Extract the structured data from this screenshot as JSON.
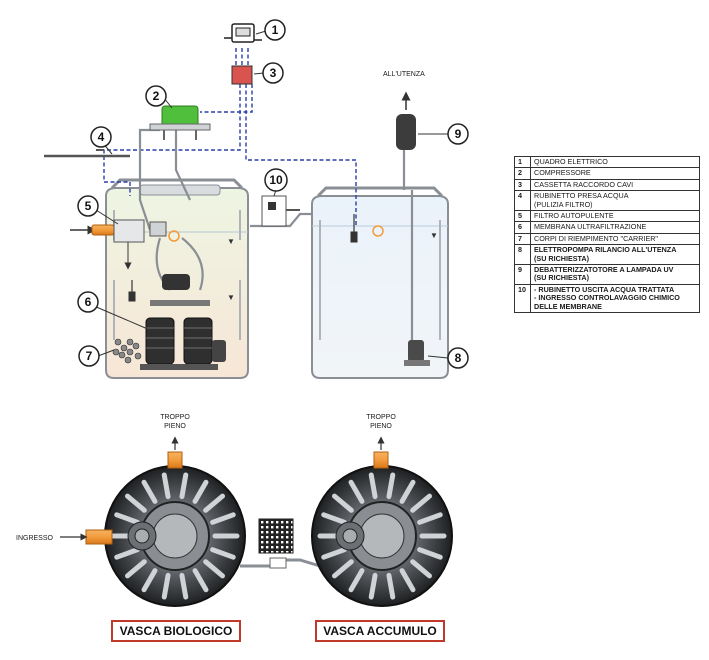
{
  "callouts": [
    "1",
    "2",
    "3",
    "4",
    "5",
    "6",
    "7",
    "8",
    "9",
    "10"
  ],
  "labels": {
    "allutenza": "ALL'UTENZA",
    "troppo_pieno_left_1": "TROPPO",
    "troppo_pieno_left_2": "PIENO",
    "troppo_pieno_right_1": "TROPPO",
    "troppo_pieno_right_2": "PIENO",
    "ingresso": "INGRESSO",
    "vasca_biologico": "VASCA BIOLOGICO",
    "vasca_accumulo": "VASCA ACCUMULO"
  },
  "legend": [
    {
      "num": "1",
      "text": "QUADRO ELETTRICO"
    },
    {
      "num": "2",
      "text": "COMPRESSORE"
    },
    {
      "num": "3",
      "text": "CASSETTA RACCORDO CAVI"
    },
    {
      "num": "4",
      "text": "RUBINETTO PRESA ACQUA",
      "text2": "(PULIZIA FILTRO)"
    },
    {
      "num": "5",
      "text": "FILTRO AUTOPULENTE"
    },
    {
      "num": "6",
      "text": "MEMBRANA ULTRAFILTRAZIONE"
    },
    {
      "num": "7",
      "text": "CORPI DI RIEMPIMENTO \"CARRIER\""
    },
    {
      "num": "8",
      "text": "ELETTROPOMPA RILANCIO ALL'UTENZA",
      "text2": "(SU RICHIESTA)"
    },
    {
      "num": "9",
      "text": "DEBATTERIZZATOTORE A LAMPADA UV",
      "text2": "(SU RICHIESTA)"
    },
    {
      "num": "10",
      "text": "- RUBINETTO USCITA ACQUA TRATTATA",
      "text2": "- INGRESSO CONTROLAVAGGIO CHIMICO",
      "text3": "DELLE MEMBRANE"
    }
  ],
  "colors": {
    "orange": "#f39c3d",
    "green": "#4fbf3c",
    "blue_dash": "#2b3fa8",
    "tank_outline": "#8a8f96",
    "red_box": "#c0392b"
  }
}
